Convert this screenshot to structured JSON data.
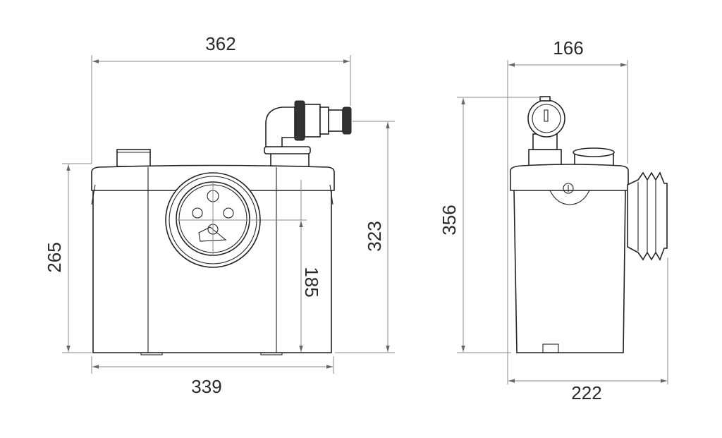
{
  "dimensions": {
    "front_total_width": "362",
    "front_body_width": "339",
    "front_body_height": "265",
    "front_outlet_height": "323",
    "front_inlet_height": "185",
    "side_body_depth": "166",
    "side_total_height": "356",
    "side_total_depth": "222"
  },
  "colors": {
    "line": "#222222",
    "dimension_line": "#888888",
    "background": "#ffffff"
  }
}
